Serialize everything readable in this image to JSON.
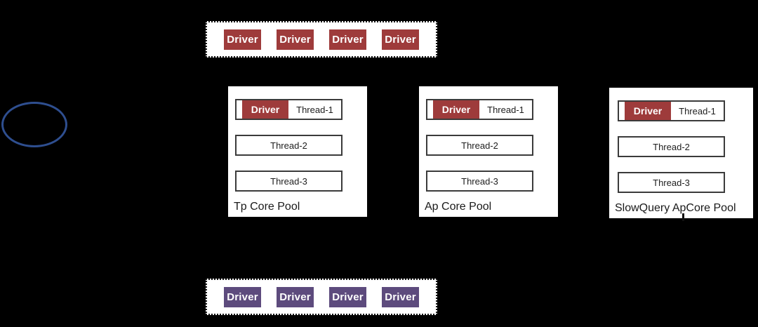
{
  "background": "#000000",
  "ellipse": {
    "role": "client-node",
    "stroke_color": "#2e4e8f"
  },
  "top_tray": {
    "chip_color": "#9e3b3b",
    "drivers": [
      "Driver",
      "Driver",
      "Driver",
      "Driver"
    ]
  },
  "bottom_tray": {
    "chip_color": "#5d4b7d",
    "drivers": [
      "Driver",
      "Driver",
      "Driver",
      "Driver"
    ]
  },
  "pools": [
    {
      "label": "Tp Core Pool",
      "driver_chip": "Driver",
      "driver_chip_color": "#9e3b3b",
      "threads": [
        "Thread-1",
        "Thread-2",
        "Thread-3"
      ]
    },
    {
      "label": "Ap Core Pool",
      "driver_chip": "Driver",
      "driver_chip_color": "#9e3b3b",
      "threads": [
        "Thread-1",
        "Thread-2",
        "Thread-3"
      ]
    },
    {
      "label": "SlowQuery ApCore Pool",
      "driver_chip": "Driver",
      "driver_chip_color": "#9e3b3b",
      "threads": [
        "Thread-1",
        "Thread-2",
        "Thread-3"
      ]
    }
  ]
}
